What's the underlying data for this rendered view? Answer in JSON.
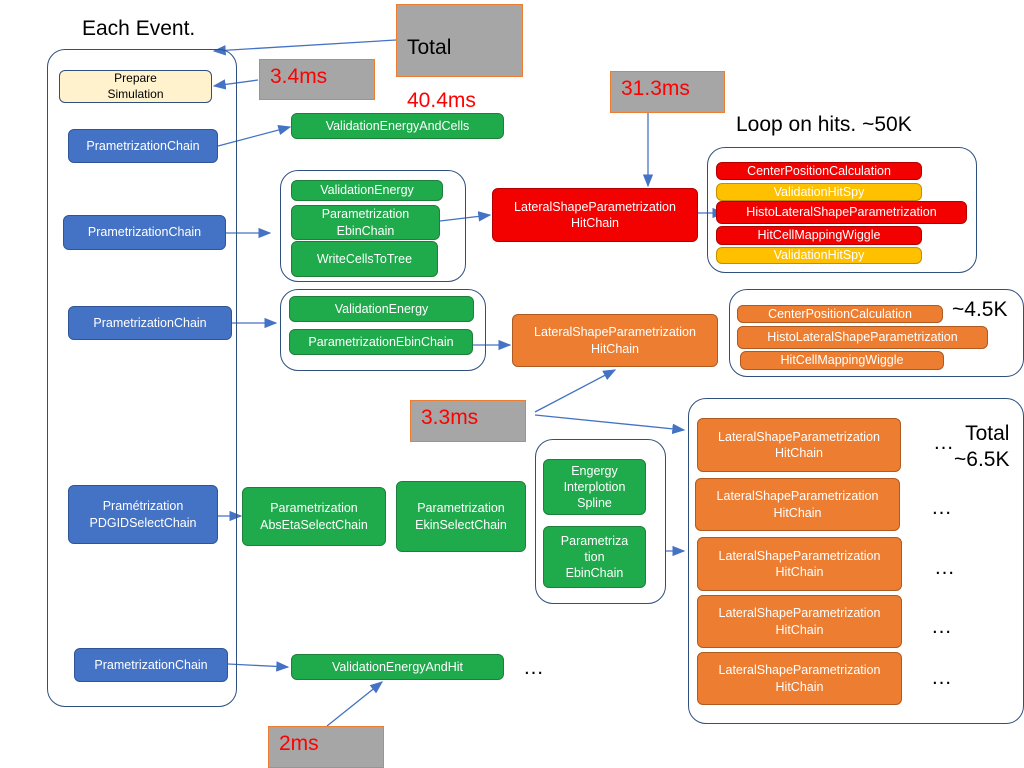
{
  "labels": {
    "each_event": "Each Event.",
    "loop_on_hits": "Loop on hits.  ~50K",
    "k45": "~4.5K",
    "total_65k": "Total\n~6.5K",
    "ellipsis": "…"
  },
  "callouts": {
    "total": "Total",
    "total_ms": "40.4ms",
    "t34": "3.4ms",
    "t313": "31.3ms",
    "t33": "3.3ms",
    "t2": "2ms"
  },
  "blocks": {
    "prepare": "Prepare\nSimulation",
    "pchain1": "PrametrizationChain",
    "pchain2": "PrametrizationChain",
    "pchain3": "PrametrizationChain",
    "pdgid": "Pramétrization\nPDGIDSelectChain",
    "pchain5": "PrametrizationChain",
    "val_energy_cells": "ValidationEnergyAndCells",
    "val_energy_1": "ValidationEnergy",
    "param_ebin_1": "Parametrization\nEbinChain",
    "write_cells": "WriteCellsToTree",
    "lateral_red": "LateralShapeParametrization\nHitChain",
    "val_energy_2": "ValidationEnergy",
    "param_ebin_2": "ParametrizationEbinChain",
    "lateral_orange_mid": "LateralShapeParametrization\nHitChain",
    "abseta": "Parametrization\nAbsEtaSelectChain",
    "ekin": "Parametrization\nEkinSelectChain",
    "interp": "Engergy\nInterplotion\nSpline",
    "param_ebin_3": "Parametriza\ntion\nEbinChain",
    "val_energy_hit": "ValidationEnergyAndHit"
  },
  "hitloop_red": [
    "CenterPositionCalculation",
    "ValidationHitSpy",
    "HistoLateralShapeParametrization",
    "HitCellMappingWiggle",
    "ValidationHitSpy"
  ],
  "hitloop_orange": [
    "CenterPositionCalculation",
    "HistoLateralShapeParametrization",
    "HitCellMappingWiggle"
  ],
  "lateral_list": [
    "LateralShapeParametrization\nHitChain",
    "LateralShapeParametrization\nHitChain",
    "LateralShapeParametrization\nHitChain",
    "LateralShapeParametrization\nHitChain",
    "LateralShapeParametrization\nHitChain"
  ],
  "colors": {
    "blue": "#4472c4",
    "green": "#1faa4b",
    "red": "#f30000",
    "orange": "#ed7d31",
    "yellow": "#ffc000",
    "arrow": "#4472c4"
  }
}
